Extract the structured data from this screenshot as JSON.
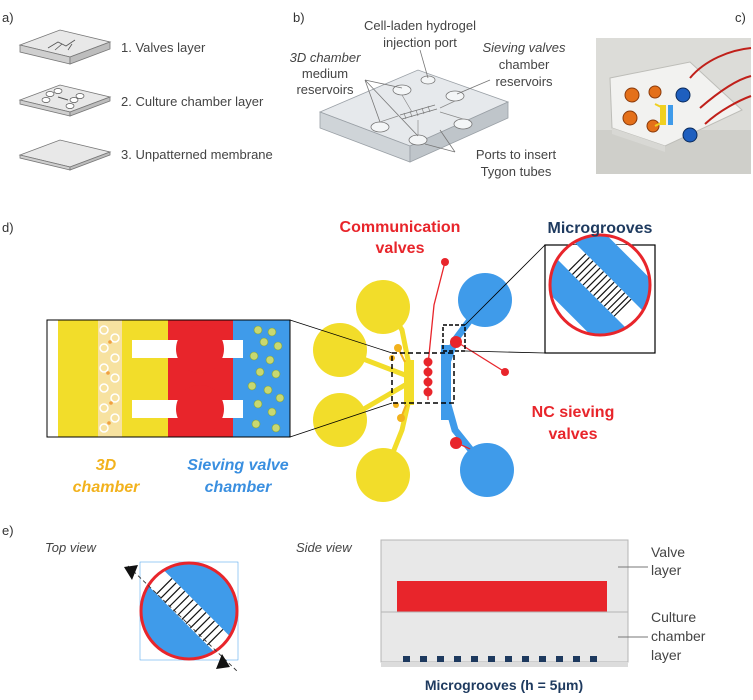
{
  "panels": {
    "a": {
      "label": "a)",
      "layers": [
        "1. Valves layer",
        "2. Culture chamber layer",
        "3. Unpatterned membrane"
      ]
    },
    "b": {
      "label": "b)",
      "injection_port": [
        "Cell-laden hydrogel",
        "injection port"
      ],
      "medium_reservoirs": [
        "3D chamber",
        "medium",
        "reservoirs"
      ],
      "sieving_reservoirs": [
        "Sieving valves",
        "chamber",
        "reservoirs"
      ],
      "ports": [
        "Ports to insert",
        "Tygon tubes"
      ]
    },
    "c": {
      "label": "c)"
    },
    "d": {
      "label": "d)",
      "communication_valves": [
        "Communication",
        "valves"
      ],
      "microgrooves": "Microgrooves",
      "nc_sieving_valves": [
        "NC sieving",
        "valves"
      ],
      "chamber_3d": [
        "3D",
        "chamber"
      ],
      "sieving_chamber": [
        "Sieving valve",
        "chamber"
      ]
    },
    "e": {
      "label": "e)",
      "top_view": "Top view",
      "side_view": "Side view",
      "valve_layer": [
        "Valve",
        "layer"
      ],
      "culture_layer": [
        "Culture",
        "chamber",
        "layer"
      ],
      "microgrooves": "Microgrooves (h = 5μm)"
    }
  },
  "colors": {
    "yellow": "#f2dd2a",
    "blue": "#3f9bea",
    "red": "#e8252b",
    "dark_blue": "#1e3a5f",
    "orange_text": "#f2b21d",
    "sieving_text": "#3a8fe0",
    "gray": "#dcdcdc"
  }
}
